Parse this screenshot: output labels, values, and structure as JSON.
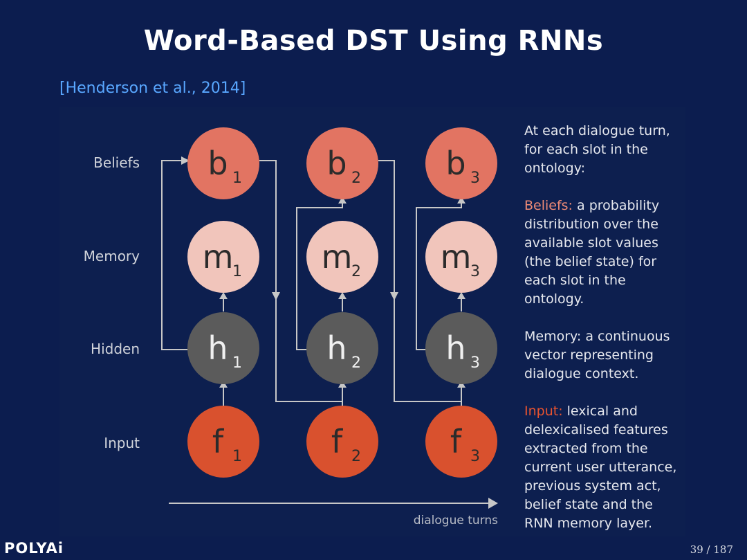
{
  "slide": {
    "title": "Word-Based DST Using RNNs",
    "citation": "[Henderson et al., 2014]"
  },
  "diagram": {
    "row_labels": [
      "Beliefs",
      "Memory",
      "Hidden",
      "Input"
    ],
    "nodes": {
      "beliefs": [
        {
          "main": "b",
          "sub": "1"
        },
        {
          "main": "b",
          "sub": "2"
        },
        {
          "main": "b",
          "sub": "3"
        }
      ],
      "memory": [
        {
          "main": "m",
          "sub": "1"
        },
        {
          "main": "m",
          "sub": "2"
        },
        {
          "main": "m",
          "sub": "3"
        }
      ],
      "hidden": [
        {
          "main": "h",
          "sub": "1"
        },
        {
          "main": "h",
          "sub": "2"
        },
        {
          "main": "h",
          "sub": "3"
        }
      ],
      "input": [
        {
          "main": "f",
          "sub": "1"
        },
        {
          "main": "f",
          "sub": "2"
        },
        {
          "main": "f",
          "sub": "3"
        }
      ]
    },
    "turns_label": "dialogue turns",
    "colors": {
      "beliefs": "#e27462",
      "memory": "#f1c5bb",
      "hidden": "#5b5b5b",
      "input": "#d9512e",
      "belief_text": "#2b2b2b",
      "memory_text": "#2b2b2b",
      "hidden_text": "#f0f0f0",
      "input_text": "#2b2b2b"
    }
  },
  "explanation": {
    "intro": "At each dialogue turn, for each slot in the ontology:",
    "beliefs_term": "Beliefs:",
    "beliefs_text": " a probability distribution over the available slot values (the belief state) for each slot in the ontology.",
    "memory_term": "Memory:",
    "memory_text": " a continuous vector representing dialogue context.",
    "input_term": "Input:",
    "input_text": " lexical and delexicalised features extracted from the current user utterance, previous system act, belief state and the RNN memory layer."
  },
  "footer": {
    "logo": "POLYAi",
    "page": "39 / 187"
  }
}
